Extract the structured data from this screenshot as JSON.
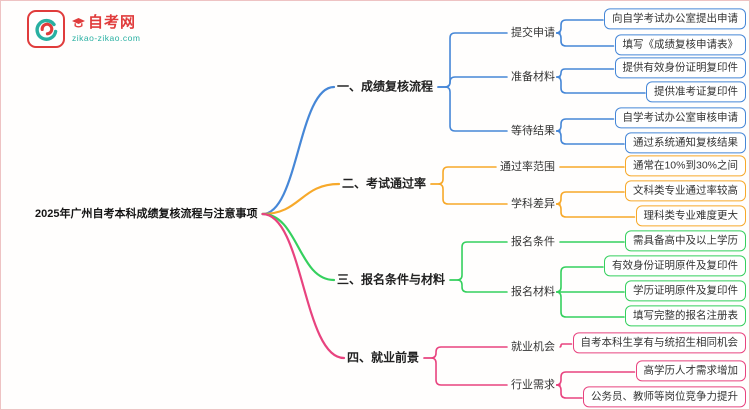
{
  "page": {
    "background": "#fffefd",
    "border_color": "#eec3c3"
  },
  "logo": {
    "site_name": "自考网",
    "site_url": "zikao-zikao.com",
    "icons": {
      "mark": "swirl-logo-icon",
      "cap": "graduation-cap-icon"
    },
    "colors": {
      "red": "#e03c3c",
      "teal": "#29b0a2"
    }
  },
  "central": {
    "label": "2025年广州自考本科成绩复核流程与注意事项"
  },
  "branches": [
    {
      "label": "一、成绩复核流程",
      "color": "#4687d7",
      "children": [
        {
          "label": "提交申请",
          "leaves": [
            "向自学考试办公室提出申请",
            "填写《成绩复核申请表》"
          ]
        },
        {
          "label": "准备材料",
          "leaves": [
            "提供有效身份证明复印件",
            "提供准考证复印件"
          ]
        },
        {
          "label": "等待结果",
          "leaves": [
            "自学考试办公室审核申请",
            "通过系统通知复核结果"
          ]
        }
      ]
    },
    {
      "label": "二、考试通过率",
      "color": "#f7a92a",
      "children": [
        {
          "label": "通过率范围",
          "leaves": [
            "通常在10%到30%之间"
          ]
        },
        {
          "label": "学科差异",
          "leaves": [
            "文科类专业通过率较高",
            "理科类专业难度更大"
          ]
        }
      ]
    },
    {
      "label": "三、报名条件与材料",
      "color": "#35d05e",
      "children": [
        {
          "label": "报名条件",
          "leaves": [
            "需具备高中及以上学历"
          ]
        },
        {
          "label": "报名材料",
          "leaves": [
            "有效身份证明原件及复印件",
            "学历证明原件及复印件",
            "填写完整的报名注册表"
          ]
        }
      ]
    },
    {
      "label": "四、就业前景",
      "color": "#e8437f",
      "children": [
        {
          "label": "就业机会",
          "leaves": [
            "自考本科生享有与统招生相同机会"
          ]
        },
        {
          "label": "行业需求",
          "leaves": [
            "高学历人才需求增加",
            "公务员、教师等岗位竞争力提升"
          ]
        }
      ]
    }
  ]
}
